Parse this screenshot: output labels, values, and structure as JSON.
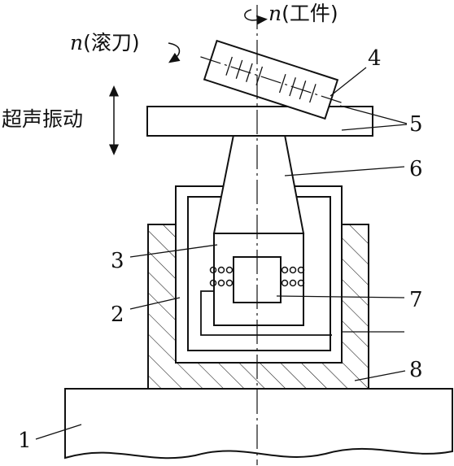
{
  "workpiece_rotation": {
    "symbol": "n",
    "label": "(工件)"
  },
  "hob_rotation": {
    "symbol": "n",
    "label": "(滚刀)"
  },
  "vibration_label": "超声振动",
  "parts": [
    {
      "number": "1"
    },
    {
      "number": "2"
    },
    {
      "number": "3"
    },
    {
      "number": "4"
    },
    {
      "number": "5"
    },
    {
      "number": "6"
    },
    {
      "number": "7"
    },
    {
      "number": "8"
    }
  ],
  "colors": {
    "line": "#111111",
    "background": "#ffffff"
  }
}
